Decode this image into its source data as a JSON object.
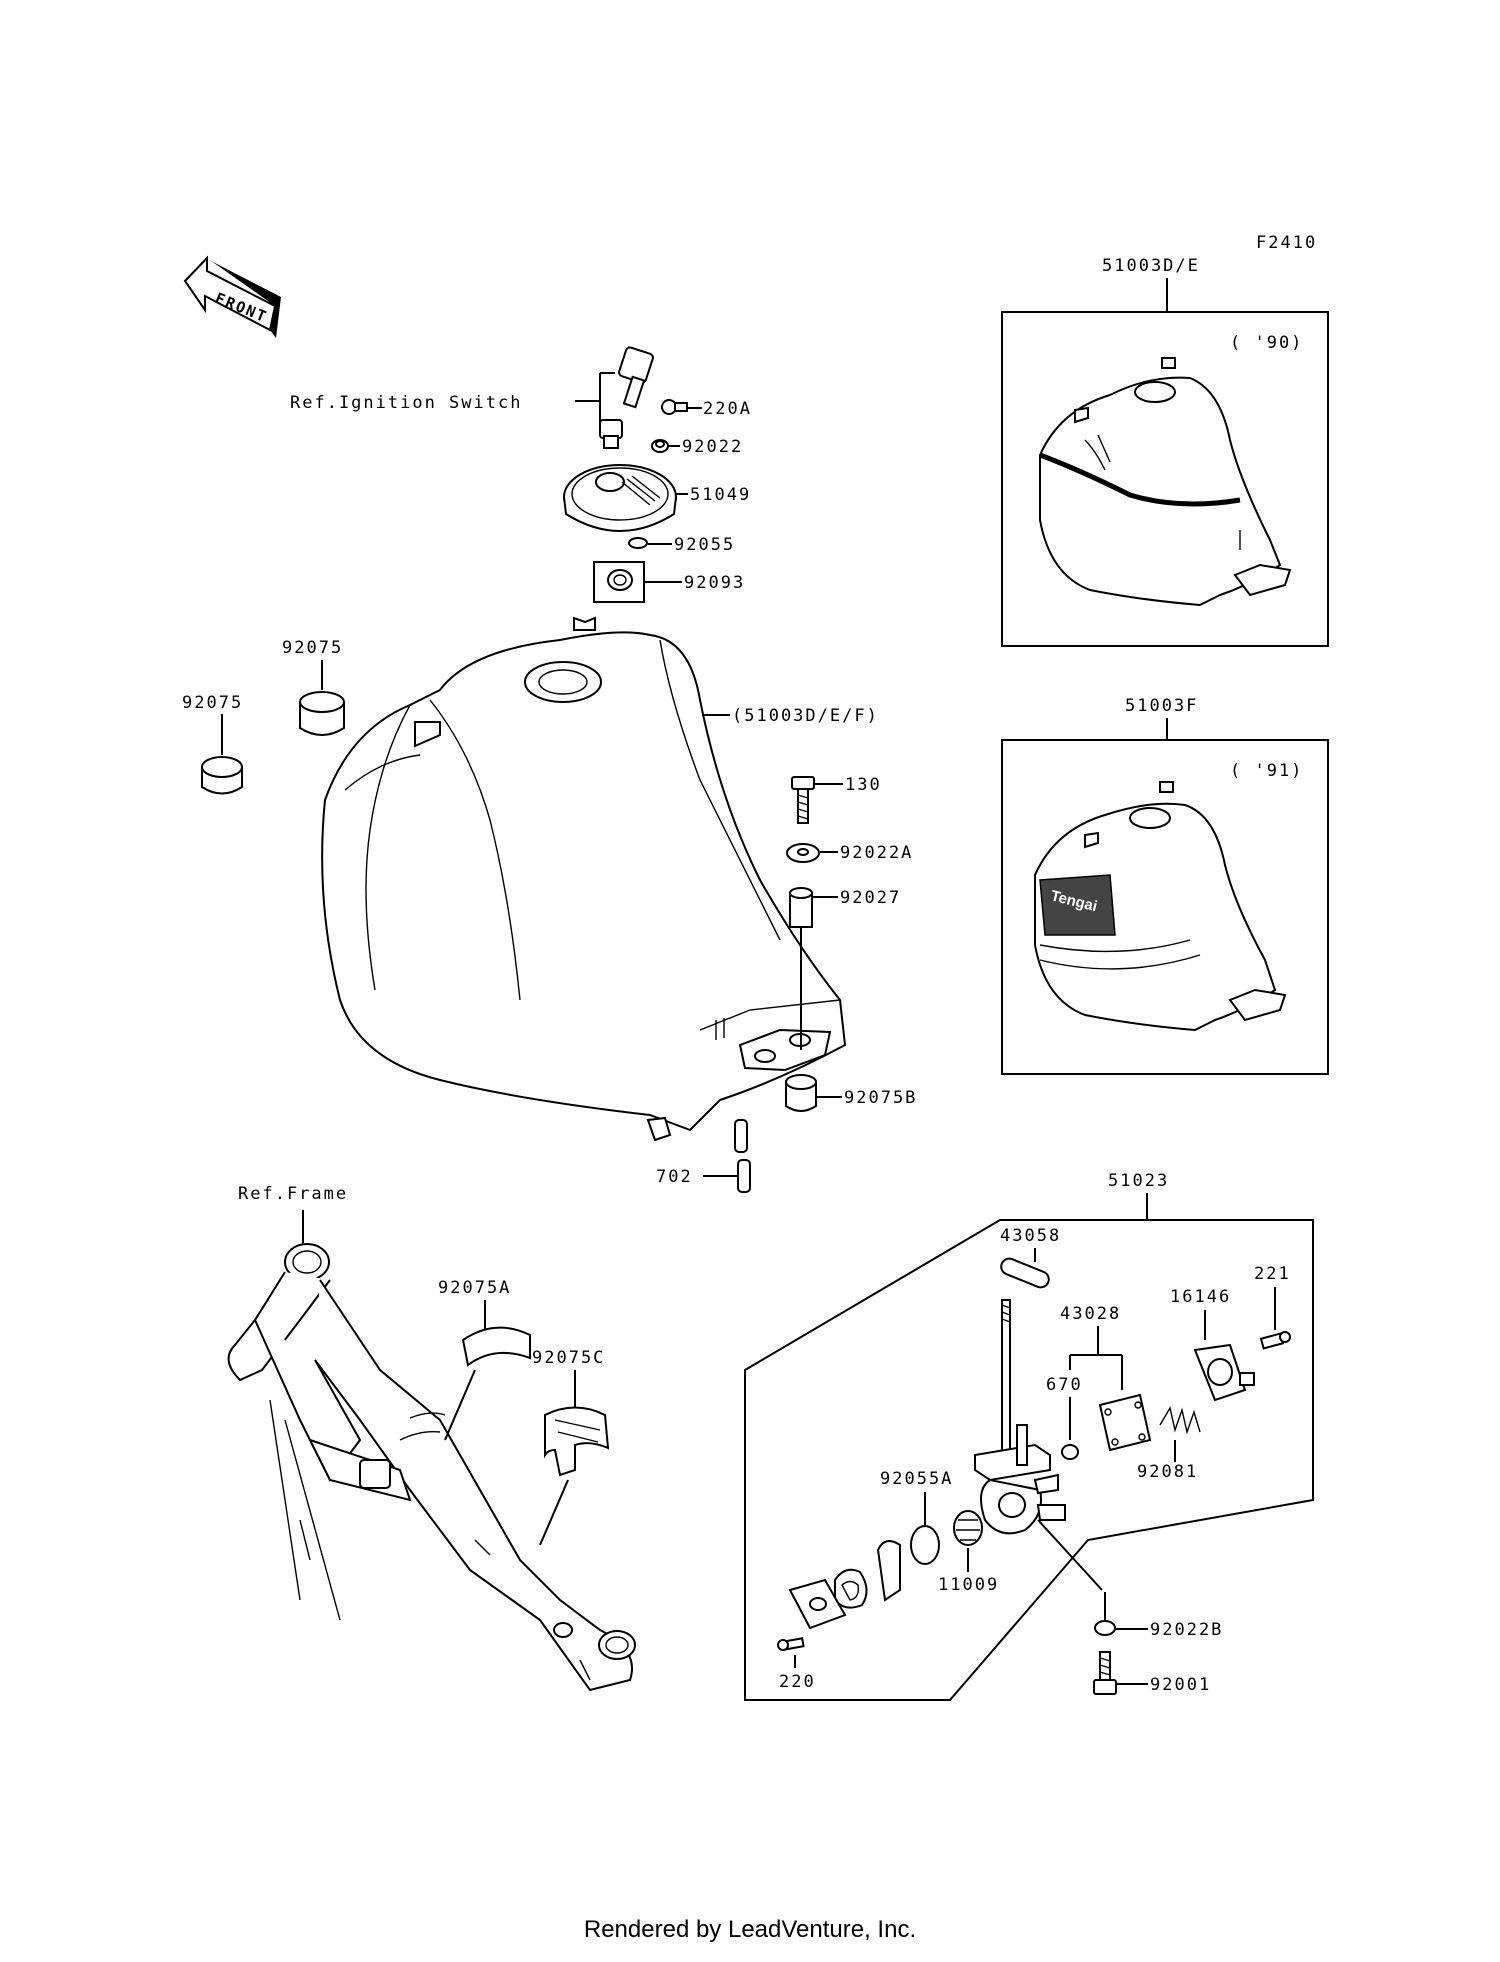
{
  "diagram_code": "F2410",
  "front_label": "FRONT",
  "ref_labels": {
    "ignition": "Ref.Ignition Switch",
    "frame": "Ref.Frame"
  },
  "footer": "Rendered by LeadVenture, Inc.",
  "inset_1990": {
    "part": "51003D/E",
    "year": "( '90)"
  },
  "inset_1991": {
    "part": "51003F",
    "year": "( '91)"
  },
  "tank_logo_text": "Tengai",
  "tank_label": "(51003D/E/F)",
  "fuel_cock_group": "51023",
  "parts": {
    "p220A": "220A",
    "p92022": "92022",
    "p51049": "51049",
    "p92055": "92055",
    "p92093": "92093",
    "p92075_l": "92075",
    "p92075_r": "92075",
    "p130": "130",
    "p92022A": "92022A",
    "p92027": "92027",
    "p92075B": "92075B",
    "p702": "702",
    "p92075A": "92075A",
    "p92075C": "92075C",
    "p43058": "43058",
    "p43028": "43028",
    "p221": "221",
    "p16146": "16146",
    "p670": "670",
    "p92081": "92081",
    "p92055A": "92055A",
    "p11009": "11009",
    "p92022B": "92022B",
    "p92001": "92001",
    "p220": "220"
  }
}
